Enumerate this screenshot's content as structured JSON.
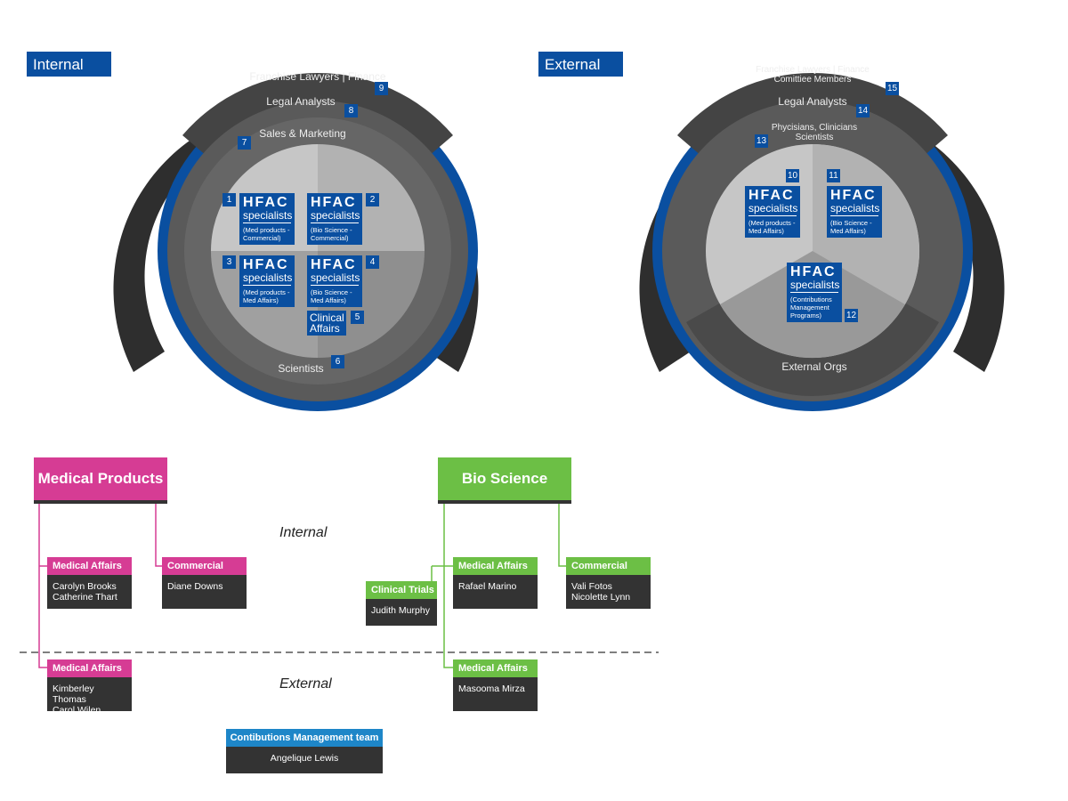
{
  "colors": {
    "blue": "#0a4fa0",
    "magenta": "#d63c94",
    "green": "#6cbf45",
    "teal": "#1e86c8"
  },
  "internal": {
    "title": "Internal",
    "rings": {
      "outer": "Franchise Lawyers | Finance",
      "legal": "Legal Analysts",
      "sales": "Sales & Marketing",
      "scientists": "Scientists"
    },
    "nums": {
      "n1": "1",
      "n2": "2",
      "n3": "3",
      "n4": "4",
      "n5": "5",
      "n6": "6",
      "n7": "7",
      "n8": "8",
      "n9": "9"
    },
    "boxes": [
      {
        "h": "HFAC",
        "s": "specialists",
        "d": "(Med products - Commercial)"
      },
      {
        "h": "HFAC",
        "s": "specialists",
        "d": "(Bio Science - Commercial)"
      },
      {
        "h": "HFAC",
        "s": "specialists",
        "d": "(Med products - Med Affairs)"
      },
      {
        "h": "HFAC",
        "s": "specialists",
        "d": "(Bio Science - Med Affairs)"
      }
    ],
    "clinical": "Clinical Affairs"
  },
  "external": {
    "title": "External",
    "rings": {
      "outer1": "Franchise Lawyers | Finance",
      "outer2": "Comittiee Members",
      "legal": "Legal Analysts",
      "phys1": "Phycisians, Clinicians",
      "phys2": "Scientists",
      "orgs": "External Orgs"
    },
    "nums": {
      "n10": "10",
      "n11": "11",
      "n12": "12",
      "n13": "13",
      "n14": "14",
      "n15": "15"
    },
    "boxes": [
      {
        "h": "HFAC",
        "s": "specialists",
        "d": "(Med products - Med Affairs)"
      },
      {
        "h": "HFAC",
        "s": "specialists",
        "d": "(Bio Science - Med Affairs)"
      },
      {
        "h": "HFAC",
        "s": "specialists",
        "d": "(Contributions Management Programs)"
      }
    ]
  },
  "org": {
    "internal_label": "Internal",
    "external_label": "External",
    "medical_products": "Medical Products",
    "bio_science": "Bio Science",
    "cards": [
      {
        "title": "Medical Affairs",
        "people": [
          "Carolyn Brooks",
          "Catherine Thart"
        ]
      },
      {
        "title": "Commercial",
        "people": [
          "Diane Downs"
        ]
      },
      {
        "title": "Clinical Trials",
        "people": [
          "Judith Murphy"
        ]
      },
      {
        "title": "Medical Affairs",
        "people": [
          "Rafael Marino"
        ]
      },
      {
        "title": "Commercial",
        "people": [
          "Vali Fotos",
          "Nicolette Lynn"
        ]
      },
      {
        "title": "Medical Affairs",
        "people": [
          "Kimberley Thomas",
          "Carol Wilen"
        ]
      },
      {
        "title": "Medical Affairs",
        "people": [
          "Masooma Mirza"
        ]
      },
      {
        "title": "Contibutions Management team",
        "people": [
          "Angelique Lewis"
        ]
      }
    ]
  }
}
